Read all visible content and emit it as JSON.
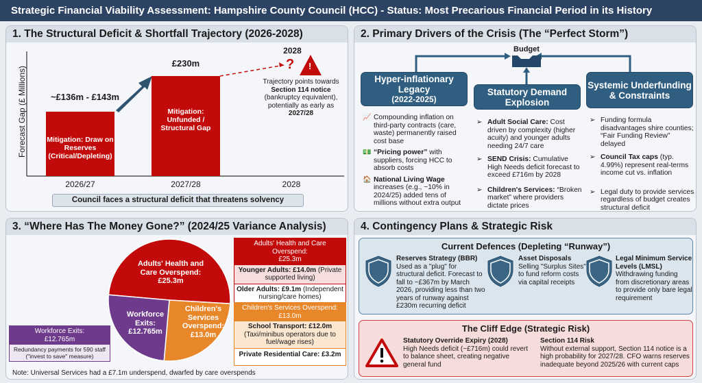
{
  "title": "Strategic Financial Viability Assessment: Hampshire County Council (HCC)  - Status: Most Precarious Financial Period in its History",
  "p1": {
    "heading": "1. The Structural Deficit & Shortfall Trajectory (2026-2028)",
    "ylabel": "Forecast Gap (£ Millions)",
    "bars": [
      {
        "category": "2026/27",
        "value_label": "~£136m - £143m",
        "value_low": 136,
        "value_high": 143,
        "inner": "Mitigation: Draw on Reserves (Critical/Depleting)"
      },
      {
        "category": "2027/28",
        "value_label": "£230m",
        "value": 230,
        "inner": "Mitigation: Unfunded / Structural Gap"
      }
    ],
    "future_category": "2028",
    "future_label": "2028",
    "question": "?",
    "warn": "!",
    "note_pre": "Trajectory points towards",
    "note_bold": "Section 114 notice",
    "note_mid": "(bankruptcy equivalent), potentially as early as",
    "note_year": "2027/28",
    "footer": "Council faces a structural deficit that threatens solvency"
  },
  "p2": {
    "heading": "2. Primary Drivers of the Crisis (The “Perfect Storm”)",
    "budget": "Budget",
    "col1": {
      "title": "Hyper-inflationary Legacy",
      "sub": "(2022-2025)",
      "items": [
        {
          "b": "",
          "t": "Compounding inflation on third-party contracts (care, waste) permanently raised cost base"
        },
        {
          "b": "“Pricing power”",
          "t": " with suppliers, forcing HCC to absorb costs"
        },
        {
          "b": "National Living Wage",
          "t": " increases (e.g., ~10% in 2024/25) added tens of millions without extra output"
        }
      ]
    },
    "col2": {
      "title": "Statutory Demand Explosion",
      "items": [
        {
          "b": "Adult Social Care:",
          "t": " Cost driven by complexity (higher acuity) and younger adults needing 24/7 care"
        },
        {
          "b": "SEND Crisis:",
          "t": " Cumulative High Needs deficit forecast to exceed £716m by 2028"
        },
        {
          "b": "Children's Services:",
          "t": " “Broken market” where providers dictate prices"
        }
      ]
    },
    "col3": {
      "title": "Systemic Underfunding & Constraints",
      "items": [
        {
          "b": "",
          "t": "Funding formula disadvantages shire counties; “Fair Funding Review” delayed"
        },
        {
          "b": "Council Tax caps",
          "t": " (typ. 4.99%) represent real-terms income cut vs. inflation"
        },
        {
          "b": "",
          "t": "Legal duty to provide services regardless of budget creates structural deficit"
        }
      ]
    }
  },
  "p3": {
    "heading": "3. “Where Has The Money Gone?” (2024/25 Variance Analysis)",
    "slices": [
      {
        "label1": "Adults' Health and Care Overspend:",
        "label2": "£25.3m",
        "value": 25.3,
        "color": "#c20a0a"
      },
      {
        "label1": "Children's Services Overspend:",
        "label2": "£13.0m",
        "value": 13.0,
        "color": "#e8862a"
      },
      {
        "label1": "Workforce Exits:",
        "label2": "£12.765m",
        "value": 12.765,
        "color": "#6e3a8c"
      }
    ],
    "adults_box": {
      "title": "Adults' Health and Care Overspend:",
      "amount": "£25.3m",
      "r1b": "Younger Adults: £14.0m",
      "r1t": " (Private supported living)",
      "r2b": "Older Adults: £9.1m",
      "r2t": " (Independent nursing/care homes)"
    },
    "children_box": {
      "title": "Children's Services Overspend:",
      "amount": "£13.0m",
      "r1b": "School Transport: £12.0m",
      "r1t": "(Taxi/minibus operators due to fuel/wage rises)",
      "r2b": "Private Residential Care: £3.2m"
    },
    "workforce_box": {
      "title": "Workforce Exits:",
      "amount": "£12.765m",
      "desc": "Redundancy payments for 590 staff (\"invest to save\" measure)"
    },
    "note": "Note: Universal Services had a £7.1m underspend, dwarfed by care overspends"
  },
  "p4": {
    "heading": "4. Contingency Plans & Strategic Risk",
    "defences": {
      "title": "Current Defences (Depleting “Runway”)",
      "items": [
        {
          "t": "Reserves Strategy (BBR)",
          "d": "Used as a \"plug\" for structural deficit. Forecast to fall to ~£367m by March 2026, providing less than two years of runway against £230m recurring deficit"
        },
        {
          "t": "Asset Disposals",
          "d": "Selling \"Surplus Sites\" to fund reform costs via capital receipts"
        },
        {
          "t": "Legal Minimum Service Levels (LMSL)",
          "d": "Withdrawing funding from discretionary areas to provide only bare legal requirement"
        }
      ]
    },
    "cliff": {
      "title": "The Cliff Edge (Strategic Risk)",
      "items": [
        {
          "t": "Statutory Override Expiry (2028)",
          "d": "High Needs deficit (~£716m) could revert to balance sheet, creating negative general fund"
        },
        {
          "t": "Section 114 Risk",
          "d": "Without external support, Section 114 notice is a high probability for 2027/28. CFO warns reserves inadequate beyond 2025/26 with current caps"
        }
      ]
    }
  }
}
